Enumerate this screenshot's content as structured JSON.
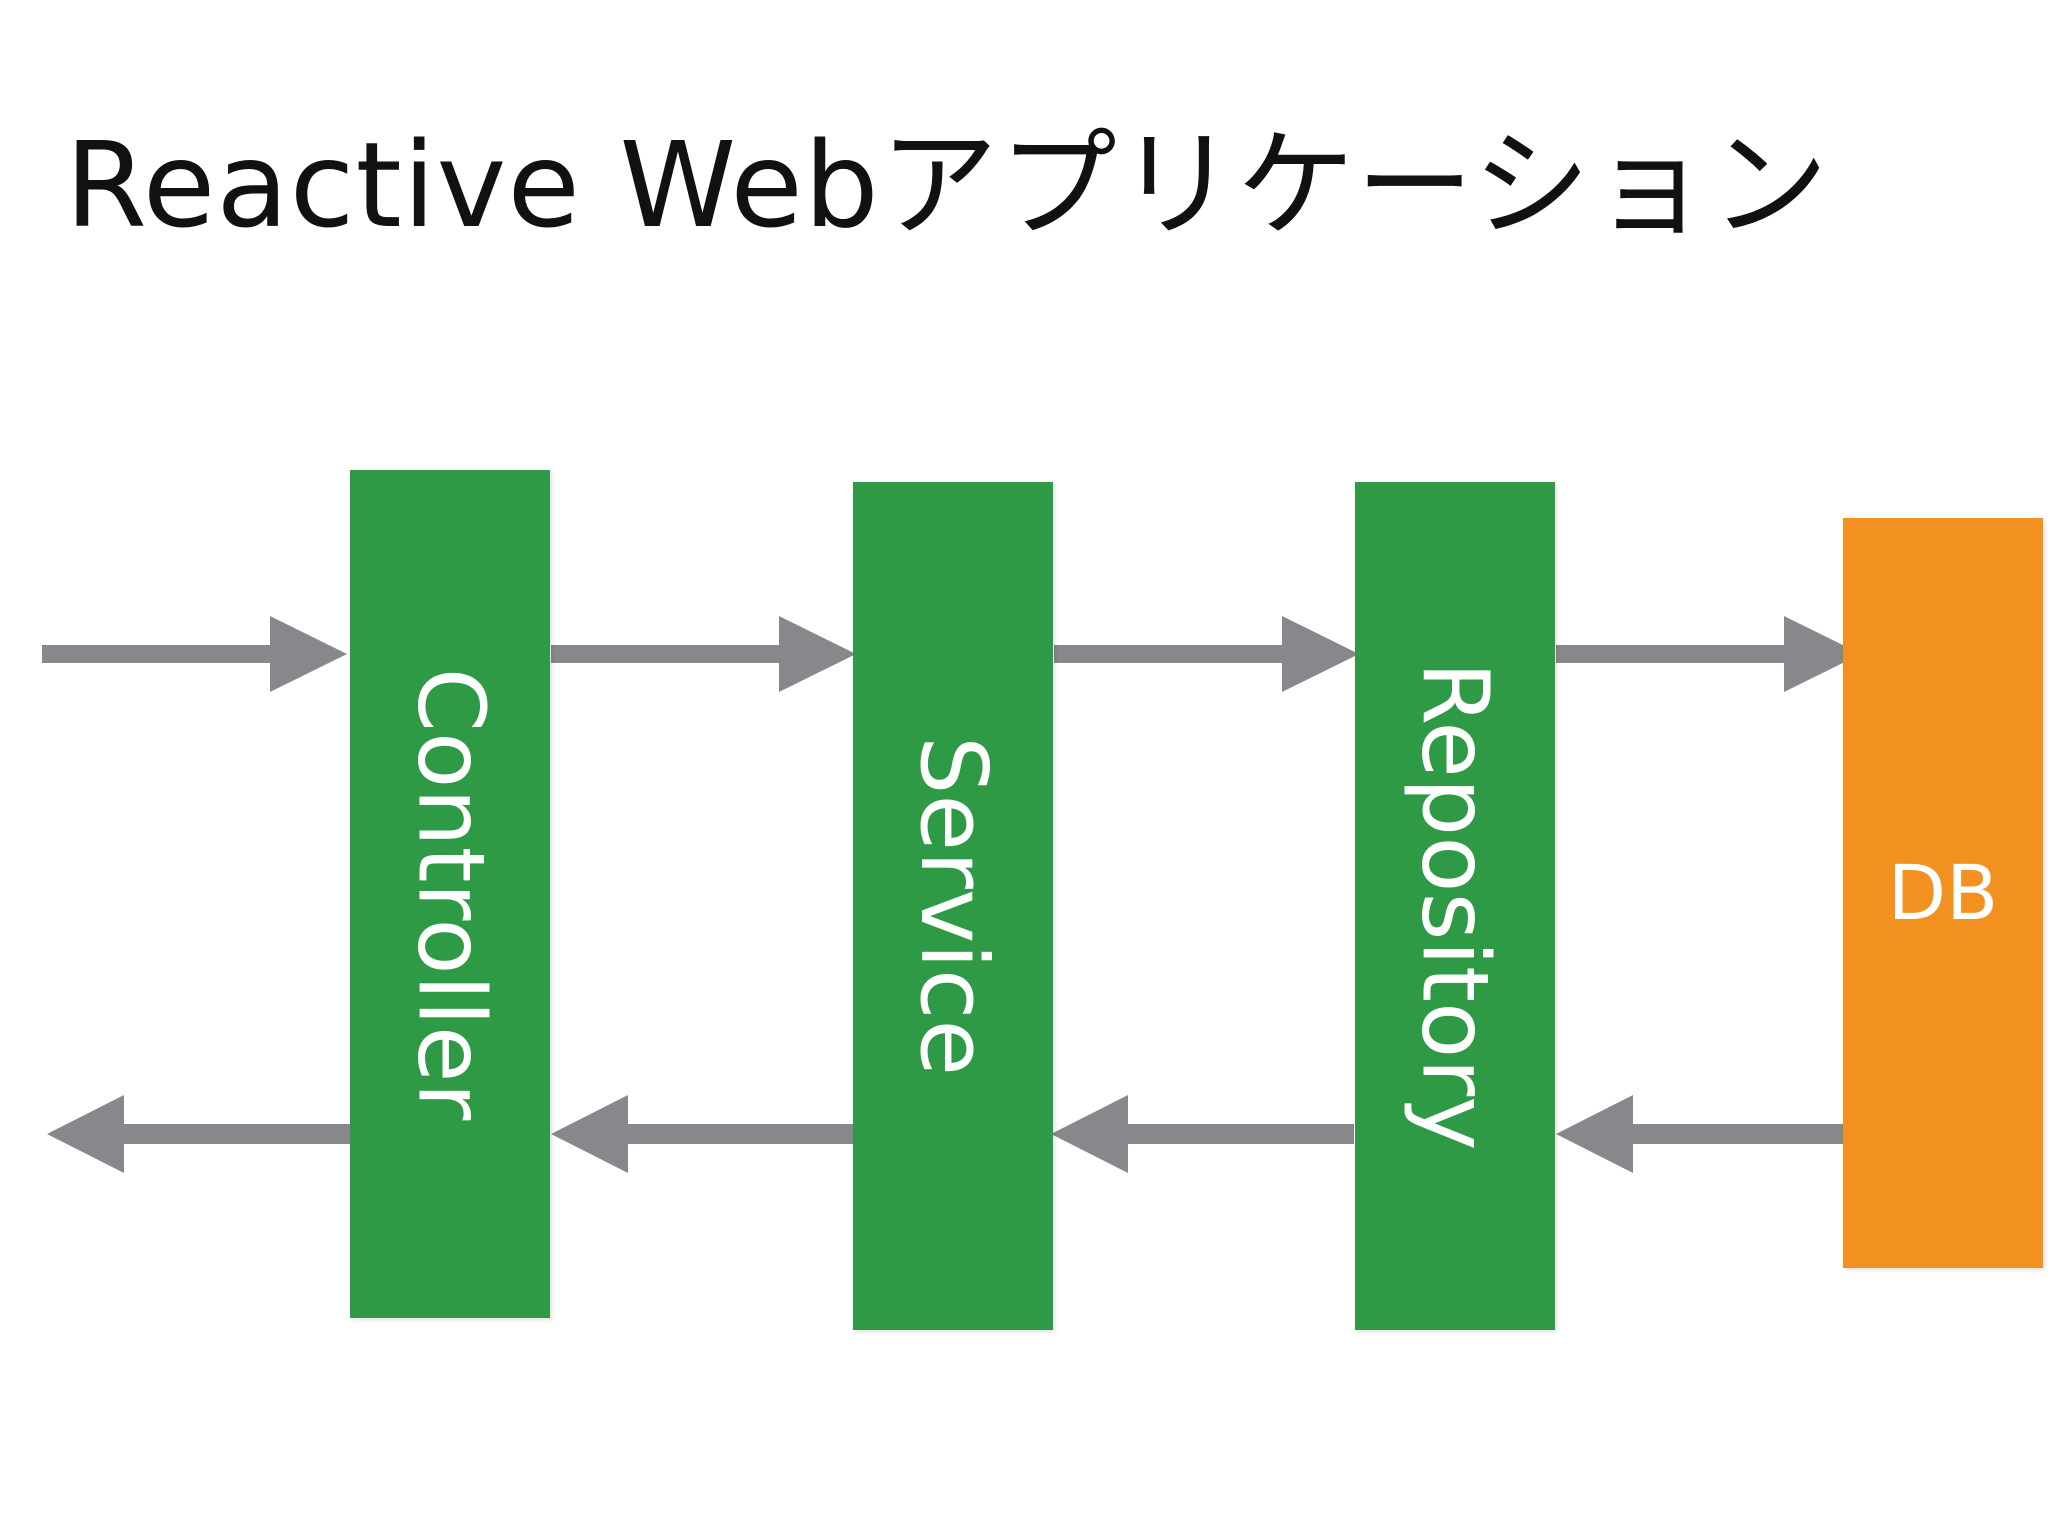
{
  "title": "Reactive Webアプリケーション",
  "layers": [
    {
      "label": "Controller",
      "color": "#2f9a45"
    },
    {
      "label": "Service",
      "color": "#2f9a45"
    },
    {
      "label": "Repository",
      "color": "#2f9a45"
    },
    {
      "label": "DB",
      "color": "#f39120"
    }
  ],
  "arrow_color": "#87888c"
}
